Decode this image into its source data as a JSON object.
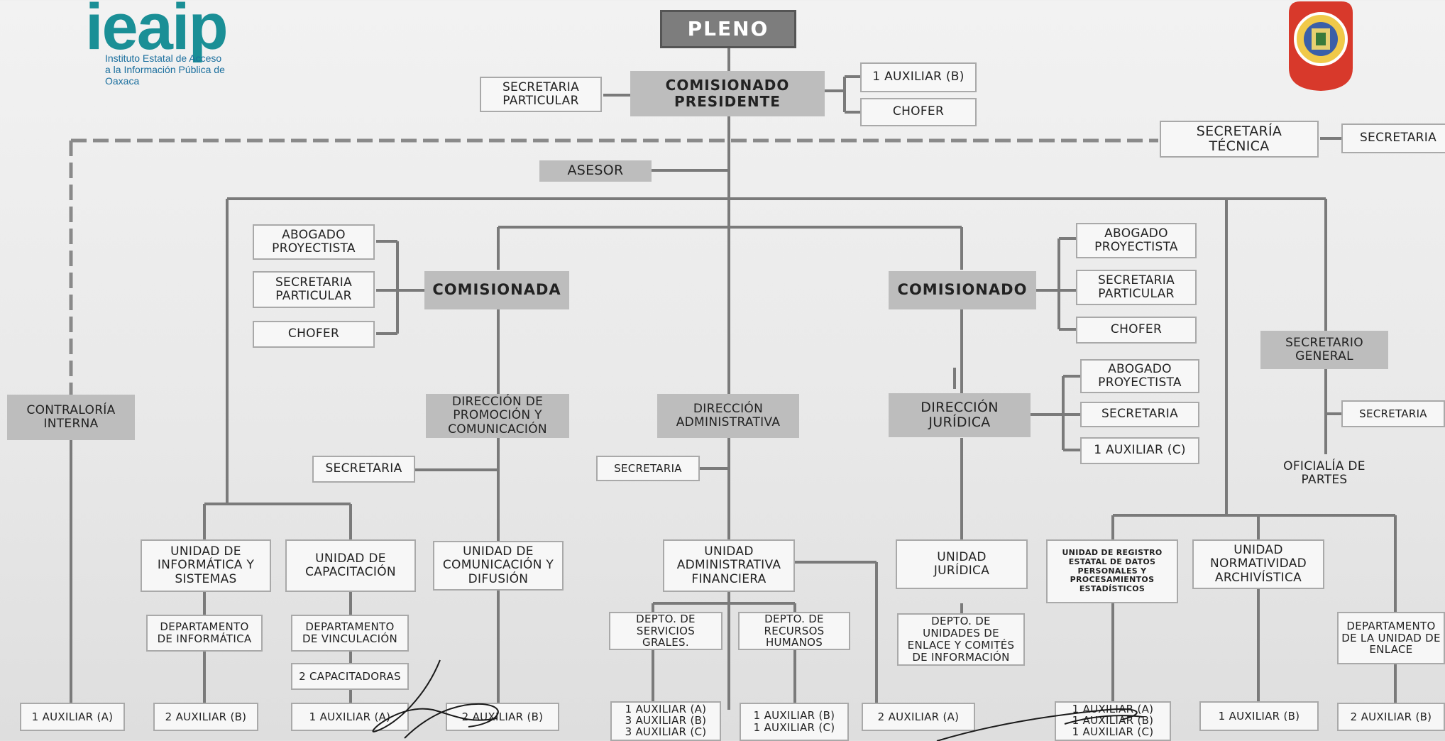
{
  "header": {
    "logo_text": "ieaip",
    "logo_line1": "Instituto Estatal de Acceso",
    "logo_line2": "a la Información Pública de Oaxaca",
    "seal_icon": "oaxaca-seal-icon"
  },
  "org": {
    "pleno": "PLENO",
    "presidente": "COMISIONADO\nPRESIDENTE",
    "sec_particular_pres": "SECRETARIA\nPARTICULAR",
    "aux_b_pres": "1 AUXILIAR (B)",
    "chofer_pres": "CHOFER",
    "sec_tecnica": "SECRETARÍA\nTÉCNICA",
    "sec_tecnica_secretaria": "SECRETARIA",
    "asesor": "ASESOR",
    "comisionada": "COMISIONADA",
    "comisionada_abogado": "ABOGADO\nPROYECTISTA",
    "comisionada_sec_part": "SECRETARIA\nPARTICULAR",
    "comisionada_chofer": "CHOFER",
    "comisionado": "COMISIONADO",
    "comisionado_abogado": "ABOGADO\nPROYECTISTA",
    "comisionado_sec_part": "SECRETARIA\nPARTICULAR",
    "comisionado_chofer": "CHOFER",
    "secretario_general": "SECRETARIO\nGENERAL",
    "sg_secretaria": "SECRETARIA",
    "oficialia": "OFICIALÍA DE\nPARTES",
    "contraloria": "CONTRALORÍA\nINTERNA",
    "dir_promocion": "DIRECCIÓN DE\nPROMOCIÓN Y\nCOMUNICACIÓN",
    "dir_promocion_sec": "SECRETARIA",
    "dir_administrativa": "DIRECCIÓN\nADMINISTRATIVA",
    "dir_admin_sec": "SECRETARIA",
    "dir_juridica": "DIRECCIÓN\nJURÍDICA",
    "dj_abogado": "ABOGADO\nPROYECTISTA",
    "dj_secretaria": "SECRETARIA",
    "dj_aux_c": "1 AUXILIAR (C)",
    "u_informatica": "UNIDAD DE\nINFORMÁTICA Y\nSISTEMAS",
    "u_capacitacion": "UNIDAD DE\nCAPACITACIÓN",
    "u_comunicacion": "UNIDAD DE\nCOMUNICACIÓN Y\nDIFUSIÓN",
    "u_admin_fin": "UNIDAD\nADMINISTRATIVA\nFINANCIERA",
    "u_juridica": "UNIDAD\nJURÍDICA",
    "u_registro": "UNIDAD DE REGISTRO\nESTATAL DE DATOS\nPERSONALES Y\nPROCESAMIENTOS\nESTADÍSTICOS",
    "u_normatividad": "UNIDAD\nNORMATIVIDAD\nARCHIVÍSTICA",
    "d_informatica": "DEPARTAMENTO\nDE INFORMÁTICA",
    "d_vinculacion": "DEPARTAMENTO\nDE VINCULACIÓN",
    "capacitadoras": "2 CAPACITADORAS",
    "d_servicios": "DEPTO. DE\nSERVICIOS\nGRALES.",
    "d_rrhh": "DEPTO. DE\nRECURSOS\nHUMANOS",
    "d_enlace": "DEPTO. DE\nUNIDADES DE\nENLACE Y COMITÉS\nDE INFORMACIÓN",
    "d_unidad_enlace": "DEPARTAMENTO\nDE LA UNIDAD DE\nENLACE",
    "aux_contraloria": "1 AUXILIAR (A)",
    "aux_informatica": "2 AUXILIAR (B)",
    "aux_capacitacion": "1 AUXILIAR (A)",
    "aux_comunicacion": "2 AUXILIAR (B)",
    "aux_servicios": "1 AUXILIAR (A)\n3 AUXILIAR (B)\n3 AUXILIAR (C)",
    "aux_rrhh": "1 AUXILIAR (B)\n1 AUXILIAR (C)",
    "aux_admin_fin": "2 AUXILIAR (A)",
    "aux_registro": "1 AUXILIAR (A)\n1 AUXILIAR (B)\n1 AUXILIAR (C)",
    "aux_normatividad": "1 AUXILIAR (B)",
    "aux_enlace": "2 AUXILIAR (B)"
  },
  "colors": {
    "line": "#7a7a7a",
    "dark_box": "#bdbdbd",
    "title_box": "#7d7d7d",
    "logo": "#1a8f96",
    "seal_red": "#d8392b"
  }
}
